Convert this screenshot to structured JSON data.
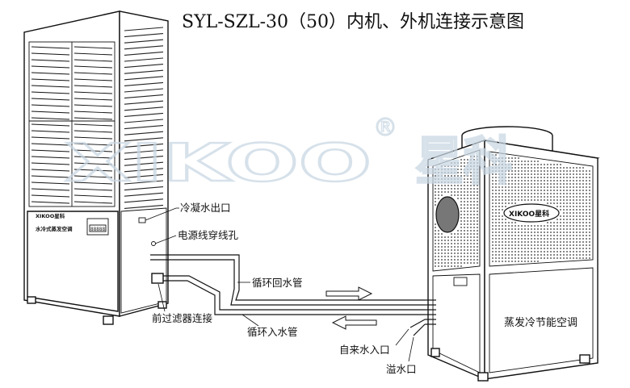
{
  "title": "SYL-SZL-30（50）内机、外机连接示意图",
  "watermark": {
    "brand": "XIKOO",
    "registered_mark": "®",
    "chinese_brand": "星科"
  },
  "indoor_unit": {
    "brand_badge": "XIKOO星科",
    "panel_label": "水冷式蒸发空调",
    "display_text": "88888"
  },
  "outdoor_unit": {
    "brand_badge": "XIKOO星科",
    "panel_label": "蒸发冷节能空调"
  },
  "labels": {
    "condensate_outlet": "冷凝水出口",
    "power_cable_hole": "电源线穿线孔",
    "circulation_return_pipe": "循环回水管",
    "front_filter_connection": "前过滤器连接",
    "circulation_inlet_pipe": "循环入水管",
    "tap_water_inlet": "自来水入口",
    "overflow_outlet": "溢水口"
  },
  "arrows": {
    "return_direction": "right",
    "inlet_direction": "left"
  },
  "colors": {
    "line": "#111111",
    "watermark": "#c9d7e3",
    "background": "#ffffff"
  }
}
